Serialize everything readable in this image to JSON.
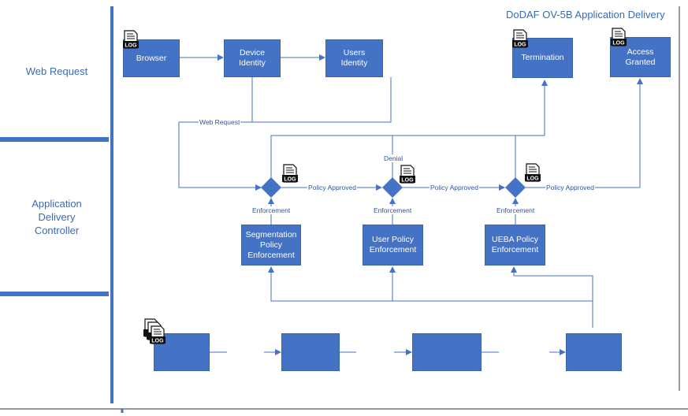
{
  "title": "DoDAF OV-5B Application Delivery",
  "lanes": {
    "web_request": "Web Request",
    "adc": "Application\nDelivery\nController"
  },
  "nodes": {
    "browser": "Browser",
    "device_identity": "Device\nIdentity",
    "users_identity": "Users\nIdentity",
    "termination": "Termination",
    "access_granted": "Access\nGranted",
    "segmentation": "Segmentation\nPolicy\nEnforcement",
    "user_policy": "User Policy\nEnforcement",
    "ueba_policy": "UEBA Policy\nEnforcement"
  },
  "edge_labels": {
    "web_request": "Web Request",
    "denial": "Denial",
    "policy_approved_1": "Policy Approved",
    "policy_approved_2": "Policy Approved",
    "policy_approved_3": "Policy Approved",
    "enforcement_1": "Enforcement",
    "enforcement_2": "Enforcement",
    "enforcement_3": "Enforcement"
  },
  "log_icon_text": "LOG",
  "colors": {
    "box_fill": "#4472c4",
    "line": "#4472c4",
    "lane_divider": "#4472c4",
    "text_accent": "#3a6bb5"
  }
}
